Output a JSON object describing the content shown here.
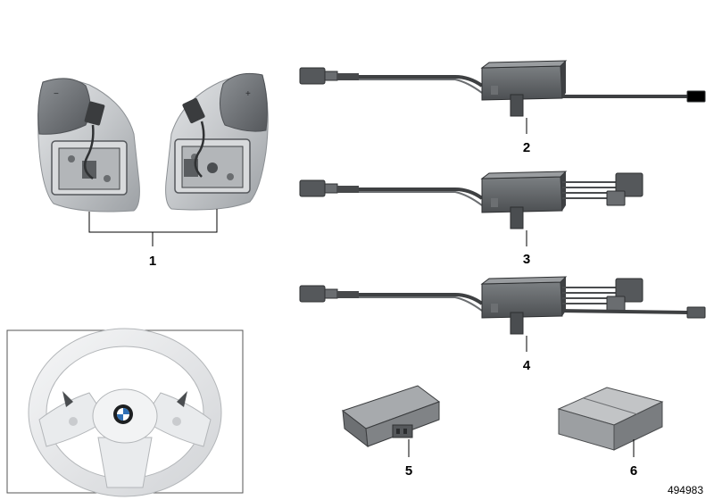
{
  "diagram": {
    "part_labels": [
      "1",
      "2",
      "3",
      "4",
      "5",
      "6"
    ],
    "document_number": "494983",
    "colors": {
      "background": "#ffffff",
      "paddle_silver": "#c9cbce",
      "paddle_dark": "#6f7276",
      "module_dark": "#5c5f62",
      "module_light": "#8a8d90",
      "cable": "#3e4042",
      "leader_line": "#000000"
    },
    "icons": [
      "shift-paddle-left-icon",
      "shift-paddle-right-icon",
      "wiring-harness-icon",
      "control-unit-icon",
      "packaging-box-icon",
      "steering-wheel-icon",
      "bmw-logo-icon"
    ]
  }
}
